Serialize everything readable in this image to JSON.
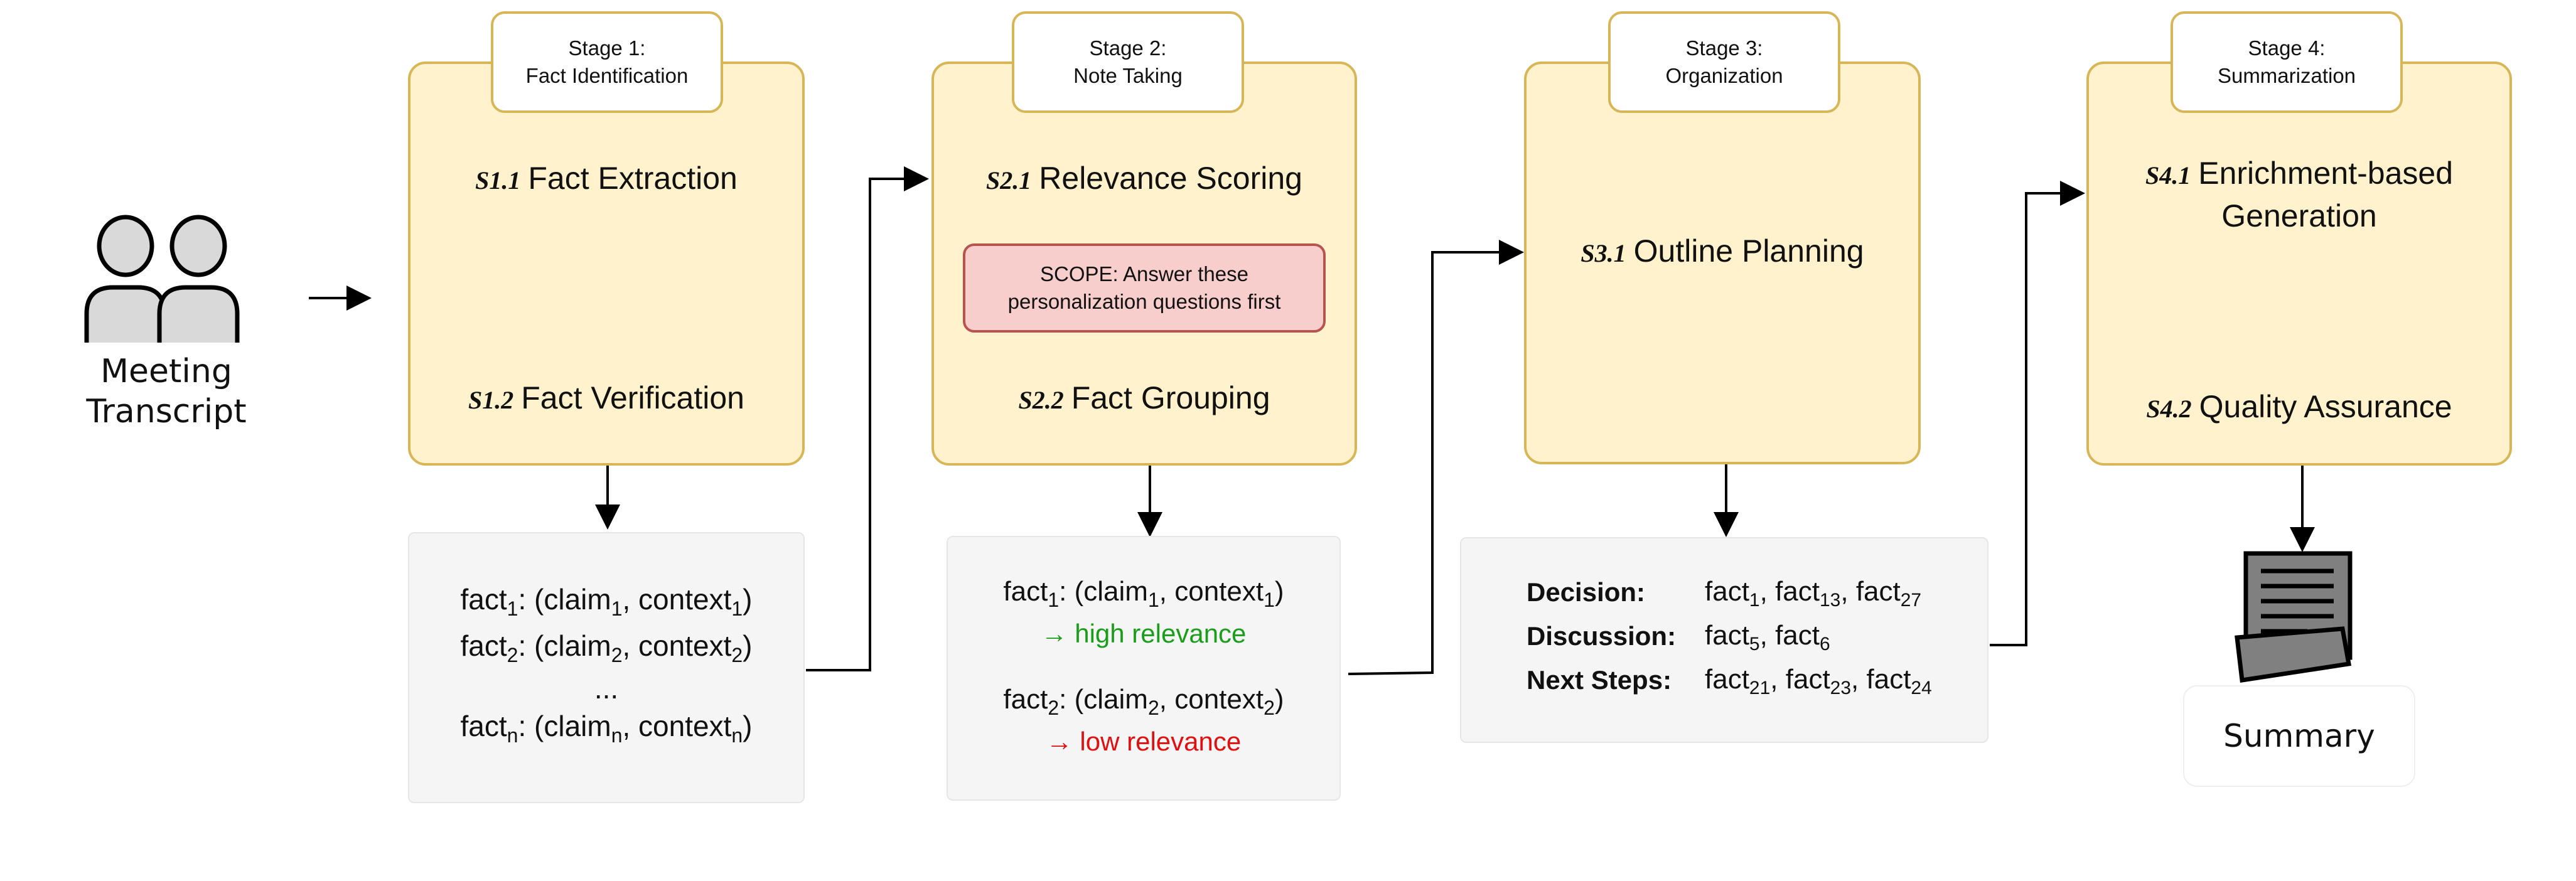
{
  "input": {
    "label_line1": "Meeting",
    "label_line2": "Transcript"
  },
  "stages": [
    {
      "tab_line1": "Stage 1:",
      "tab_line2": "Fact Identification",
      "steps": [
        {
          "id": "S1.1",
          "label": "Fact Extraction"
        },
        {
          "id": "S1.2",
          "label": "Fact Verification"
        }
      ]
    },
    {
      "tab_line1": "Stage 2:",
      "tab_line2": "Note Taking",
      "steps": [
        {
          "id": "S2.1",
          "label": "Relevance Scoring"
        },
        {
          "id": "S2.2",
          "label": "Fact Grouping"
        }
      ],
      "scope_line1": "SCOPE: Answer these",
      "scope_line2": "personalization questions first"
    },
    {
      "tab_line1": "Stage 3:",
      "tab_line2": "Organization",
      "steps": [
        {
          "id": "S3.1",
          "label": "Outline Planning"
        }
      ]
    },
    {
      "tab_line1": "Stage 4:",
      "tab_line2": "Summarization",
      "steps": [
        {
          "id": "S4.1",
          "label_line1": "Enrichment-based",
          "label_line2": "Generation"
        },
        {
          "id": "S4.2",
          "label": "Quality Assurance"
        }
      ]
    }
  ],
  "facts_box": {
    "lines": [
      {
        "fact": "fact",
        "fact_sub": "1",
        "claim": "claim",
        "claim_sub": "1",
        "context": "context",
        "context_sub": "1"
      },
      {
        "fact": "fact",
        "fact_sub": "2",
        "claim": "claim",
        "claim_sub": "2",
        "context": "context",
        "context_sub": "2"
      },
      {
        "fact": "fact",
        "fact_sub": "n",
        "claim": "claim",
        "claim_sub": "n",
        "context": "context",
        "context_sub": "n"
      }
    ],
    "ellipsis": "..."
  },
  "notes_box": {
    "items": [
      {
        "fact": "fact",
        "fact_sub": "1",
        "claim": "claim",
        "claim_sub": "1",
        "context": "context",
        "context_sub": "1",
        "relevance": "→ high relevance",
        "color": "#1a9e1a"
      },
      {
        "fact": "fact",
        "fact_sub": "2",
        "claim": "claim",
        "claim_sub": "2",
        "context": "context",
        "context_sub": "2",
        "relevance": "→ low relevance",
        "color": "#e01010"
      }
    ]
  },
  "outline_box": {
    "rows": [
      {
        "label": "Decision:",
        "facts": [
          [
            "fact",
            "1"
          ],
          [
            "fact",
            "13"
          ],
          [
            "fact",
            "27"
          ]
        ]
      },
      {
        "label": "Discussion:",
        "facts": [
          [
            "fact",
            "5"
          ],
          [
            "fact",
            "6"
          ]
        ]
      },
      {
        "label": "Next Steps:",
        "facts": [
          [
            "fact",
            "21"
          ],
          [
            "fact",
            "23"
          ],
          [
            "fact",
            "24"
          ]
        ]
      }
    ]
  },
  "output": {
    "label": "Summary"
  },
  "colors": {
    "stage_fill": "#fff2cc",
    "stage_border": "#d6b656",
    "scope_fill": "#f8cecc",
    "scope_border": "#b85450",
    "box_fill": "#f5f5f5"
  }
}
